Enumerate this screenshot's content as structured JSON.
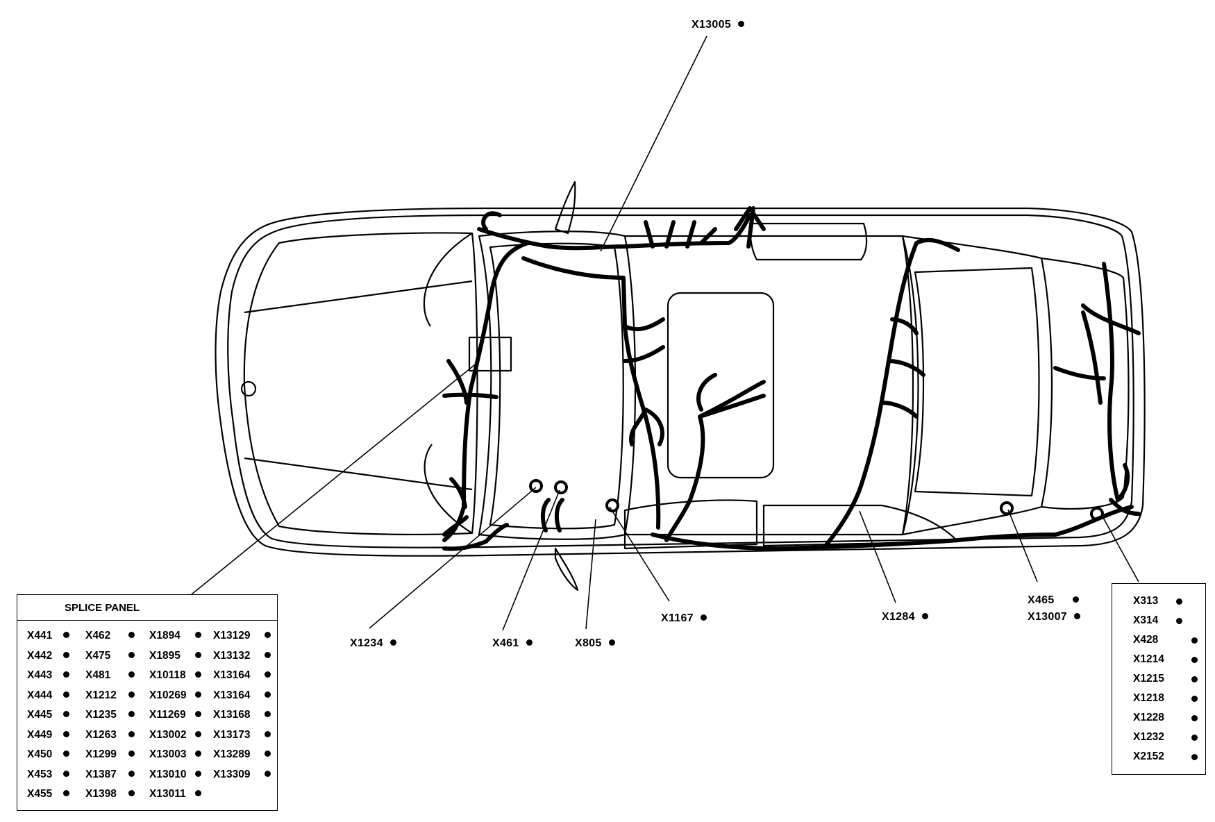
{
  "callouts": {
    "x13005": "X13005",
    "x1234": "X1234",
    "x461": "X461",
    "x805": "X805",
    "x1167": "X1167",
    "x1284": "X1284",
    "x465": "X465",
    "x13007": "X13007"
  },
  "splice_panel": {
    "title": "SPLICE PANEL",
    "columns": [
      [
        "X441",
        "X442",
        "X443",
        "X444",
        "X445",
        "X449",
        "X450",
        "X453",
        "X455"
      ],
      [
        "X462",
        "X475",
        "X481",
        "X1212",
        "X1235",
        "X1263",
        "X1299",
        "X1387",
        "X1398"
      ],
      [
        "X1894",
        "X1895",
        "X10118",
        "X10269",
        "X11269",
        "X13002",
        "X13003",
        "X13010",
        "X13011"
      ],
      [
        "X13129",
        "X13132",
        "X13164",
        "X13164",
        "X13168",
        "X13173",
        "X13289",
        "X13309"
      ]
    ]
  },
  "right_panel": {
    "items": [
      "X313",
      "X314",
      "X428",
      "X1214",
      "X1215",
      "X1218",
      "X1228",
      "X1232",
      "X2152"
    ]
  },
  "colors": {
    "line": "#000000",
    "background": "#ffffff"
  }
}
